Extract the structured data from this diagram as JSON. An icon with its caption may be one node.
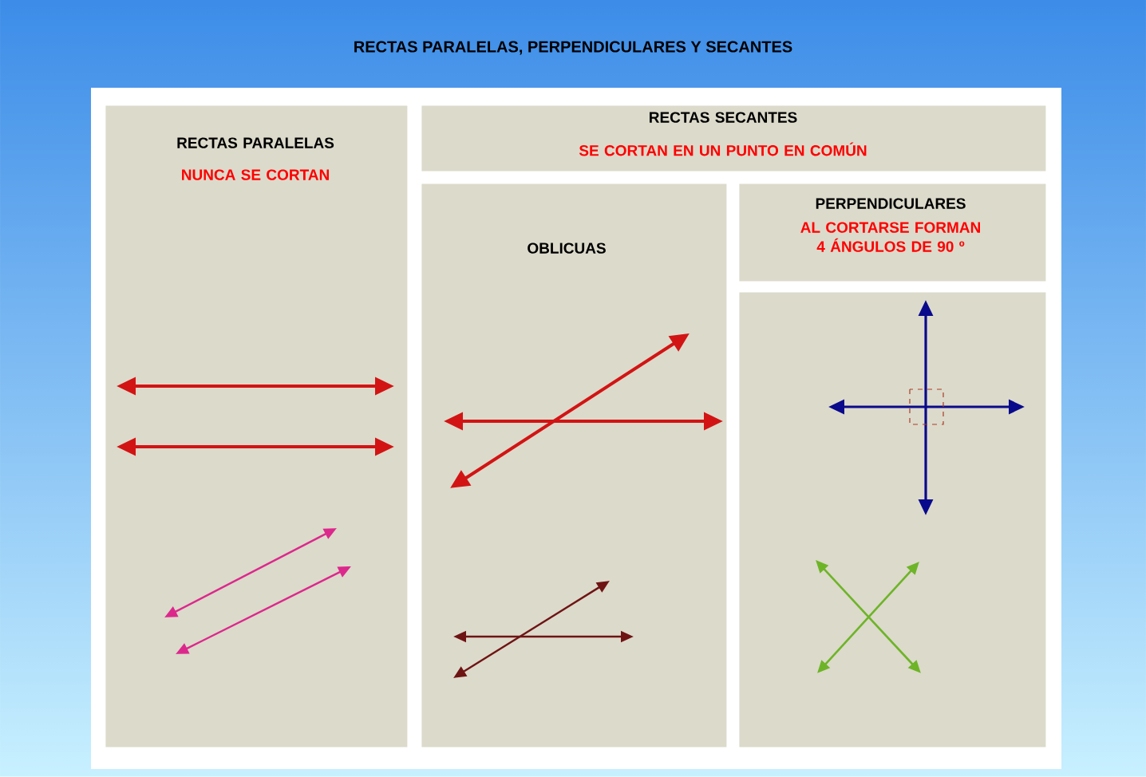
{
  "diagram": {
    "title": "RECTAS PARALELAS, PERPENDICULARES Y SECANTES",
    "nodes": [
      {
        "text": [
          "RECTAS PARALELAS",
          "NUNCA SE CORTAN"
        ]
      },
      {
        "text": [
          "RECTAS SECANTES",
          "SE CORTAN EN UN PUNTO EN COMÚN"
        ]
      },
      {
        "text": [
          "OBLICUAS"
        ]
      },
      {
        "text": [
          "PERPENDICULARES",
          "AL CORTARSE FORMAN 4 ÁNGULOS DE 90 º"
        ]
      },
      {
        "text": [],
        "shape": "box"
      }
    ]
  }
}
